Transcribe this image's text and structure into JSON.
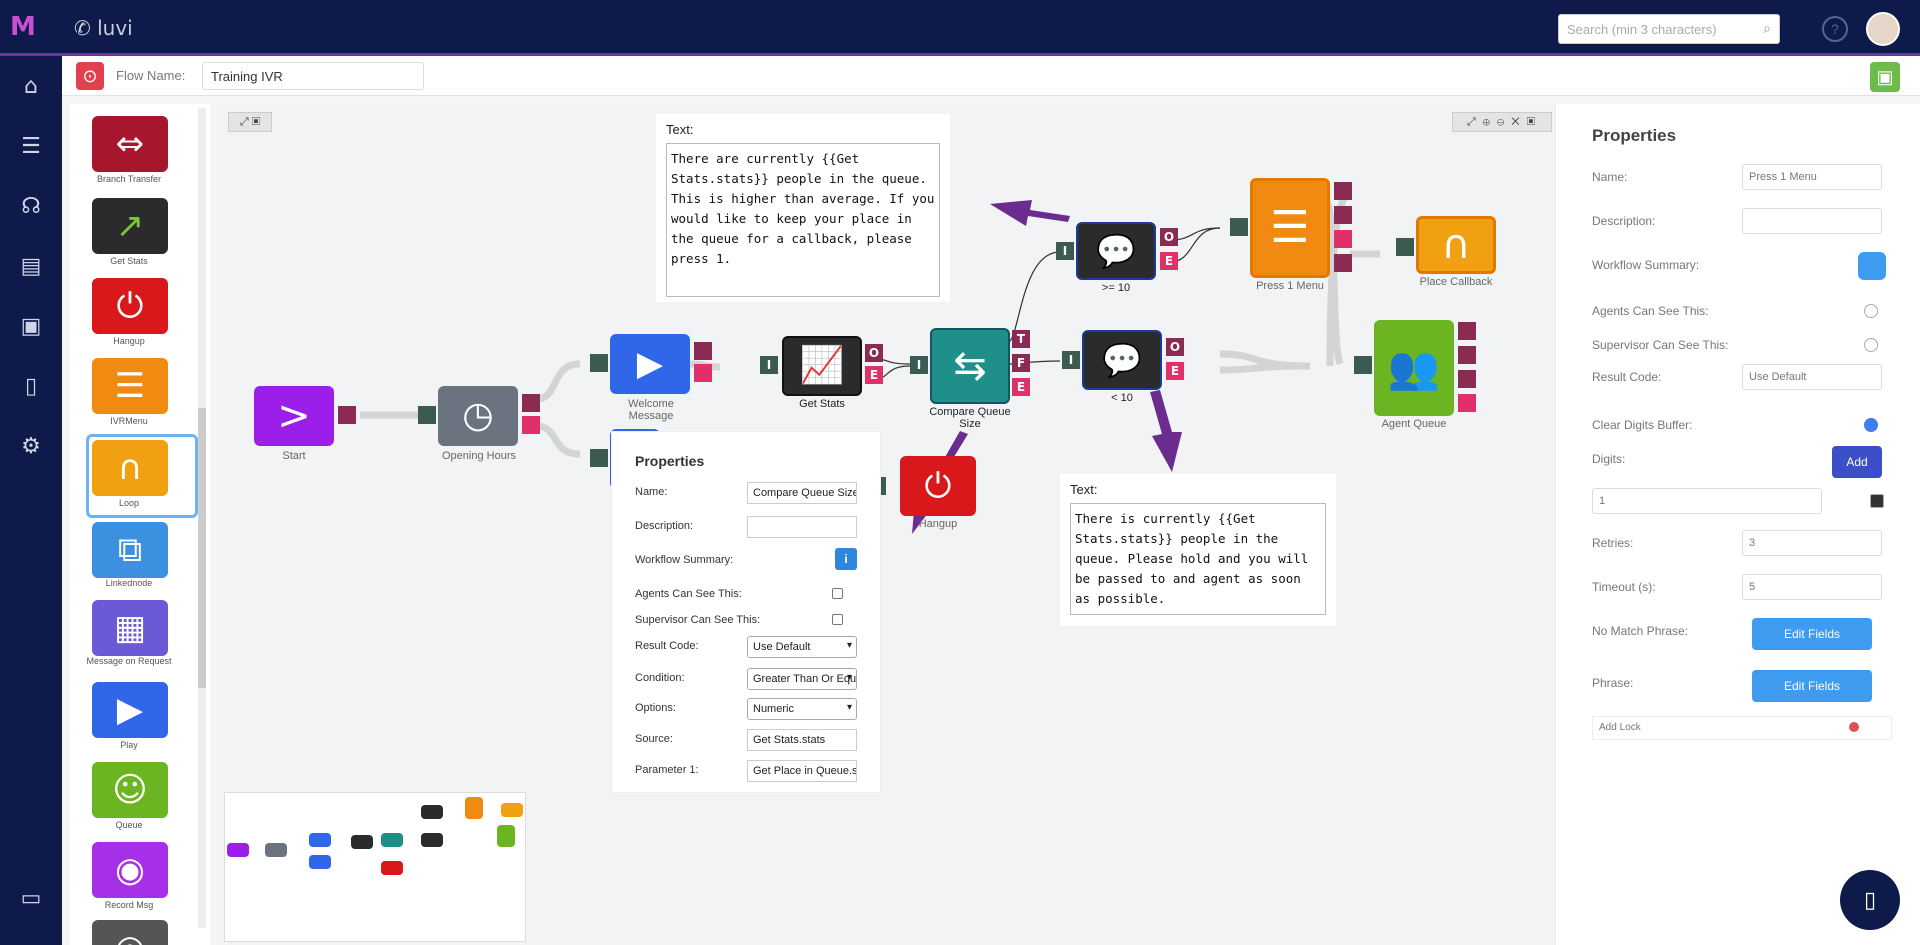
{
  "app": {
    "brand": "✆ luvi",
    "logo": "M"
  },
  "header": {
    "search_placeholder": "Search (min 3 characters)",
    "help": "?"
  },
  "flow": {
    "name_label": "Flow Name:",
    "name_value": "Training IVR"
  },
  "palette": {
    "items": [
      {
        "label": "Branch Transfer",
        "color": "#a8162e",
        "icon": "arrows-icon"
      },
      {
        "label": "Get Stats",
        "color": "#2b2b2b",
        "icon": "chart-icon"
      },
      {
        "label": "Hangup",
        "color": "#d9181b",
        "icon": "power-icon"
      },
      {
        "label": "IVRMenu",
        "color": "#f08a10",
        "icon": "menu-icon"
      },
      {
        "label": "Loop",
        "color": "#f0a010",
        "icon": "loop-icon"
      },
      {
        "label": "Linkednode",
        "color": "#3d8fe0",
        "icon": "link-icon"
      },
      {
        "label": "Message on Request",
        "color": "#6b5ad6",
        "icon": "message-icon"
      },
      {
        "label": "Play",
        "color": "#2f67e8",
        "icon": "play-icon"
      },
      {
        "label": "Queue",
        "color": "#6bb522",
        "icon": "people-icon"
      },
      {
        "label": "Record Msg",
        "color": "#a530e8",
        "icon": "record-icon"
      }
    ]
  },
  "canvas": {
    "nodes": {
      "start": {
        "label": "Start",
        "glyph": ">"
      },
      "opening": {
        "label": "Opening Hours",
        "glyph": "◷"
      },
      "welcome": {
        "label": "Welcome Message",
        "glyph": "▶"
      },
      "get_stats": {
        "label": "Get Stats",
        "glyph": "📈"
      },
      "compare": {
        "label": "Compare Queue Size",
        "glyph": "⇆"
      },
      "say_high": {
        "label": ">= 10",
        "glyph": "💬"
      },
      "say_low": {
        "label": "< 10",
        "glyph": "💬"
      },
      "ivr_menu": {
        "label": "Press 1 Menu",
        "glyph": "☰"
      },
      "callback": {
        "label": "Place Callback",
        "glyph": "∩"
      },
      "agent_queue": {
        "label": "Agent Queue",
        "glyph": "👥"
      },
      "hangup": {
        "label": "Hangup",
        "glyph": "⏻"
      }
    },
    "ports": {
      "in": "I",
      "out": "O",
      "error": "E",
      "true": "T",
      "false": "F"
    }
  },
  "text_high": {
    "label": "Text:",
    "body": "There are currently {{Get Stats.stats}} people in the queue. This is higher than average. If you would like to keep your place in the queue for a callback, please press 1."
  },
  "text_low": {
    "label": "Text:",
    "body": "There is currently {{Get Stats.stats}} people in the queue. Please hold and you will be passed to and agent as soon as possible."
  },
  "properties_popup": {
    "title": "Properties",
    "name_label": "Name:",
    "name_value": "Compare Queue Size",
    "description_label": "Description:",
    "description_value": "",
    "workflow_label": "Workflow Summary:",
    "info": "i",
    "agents_label": "Agents Can See This:",
    "supervisor_label": "Supervisor Can See This:",
    "result_label": "Result Code:",
    "result_value": "Use Default",
    "condition_label": "Condition:",
    "condition_value": "Greater Than Or Equal",
    "options_label": "Options:",
    "options_value": "Numeric",
    "source_label": "Source:",
    "source_value": "Get Stats.stats",
    "param_label": "Parameter 1:",
    "param_value": "Get Place in Queue.stats"
  },
  "right_panel": {
    "title": "Properties",
    "name_label": "Name:",
    "name_value": "Press 1 Menu",
    "description_label": "Description:",
    "workflow_label": "Workflow Summary:",
    "agents_label": "Agents Can See This:",
    "supervisor_label": "Supervisor Can See This:",
    "result_label": "Result Code:",
    "result_value": "Use Default",
    "clear_label": "Clear Digits Buffer:",
    "digits_label": "Digits:",
    "digits_btn": "Add",
    "digit_value": "1",
    "retries_label": "Retries:",
    "retries_value": "3",
    "timeout_label": "Timeout (s):",
    "timeout_value": "5",
    "nomatch_label": "No Match Phrase:",
    "nomatch_btn": "Edit Fields",
    "phrase_label": "Phrase:",
    "phrase_btn": "Edit Fields",
    "footer_label": "Add Lock"
  }
}
